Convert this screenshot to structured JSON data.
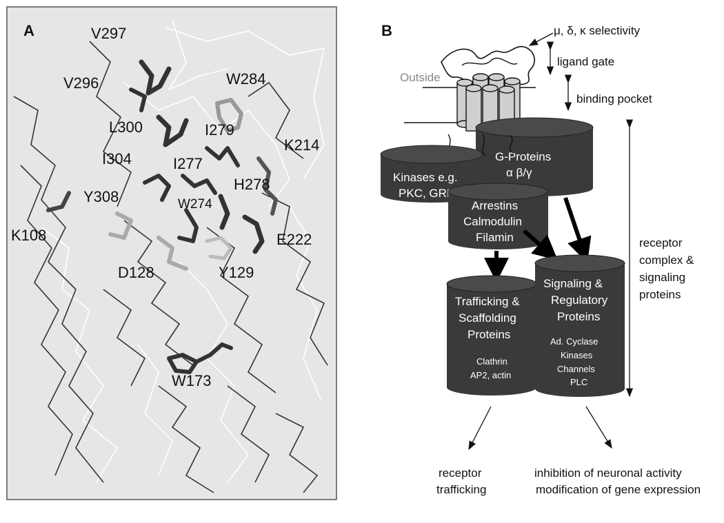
{
  "panel_a": {
    "letter": "A",
    "residues": {
      "v297": "V297",
      "v296": "V296",
      "w284": "W284",
      "l300": "L300",
      "i279": "I279",
      "k214": "K214",
      "i304": "I304",
      "i277": "I277",
      "h278": "H278",
      "y308": "Y308",
      "w274": "W274",
      "k108": "K108",
      "e222": "E222",
      "d128": "D128",
      "y129": "Y129",
      "w173": "W173"
    }
  },
  "panel_b": {
    "letter": "B",
    "outside": "Outside",
    "annotations": {
      "selectivity": "μ, δ, κ selectivity",
      "ligand_gate": "ligand gate",
      "binding_pocket": "binding pocket",
      "complex": [
        "receptor",
        "complex &",
        "signaling",
        "proteins"
      ]
    },
    "cylinders": {
      "g_proteins": [
        "G-Proteins",
        "α β/γ"
      ],
      "kinases": [
        "Kinases e.g.",
        "PKC, GRK's"
      ],
      "arrestins": [
        "Arrestins",
        "Calmodulin",
        "Filamin"
      ],
      "trafficking": [
        "Trafficking &",
        "Scaffolding",
        "Proteins"
      ],
      "trafficking_small": [
        "Clathrin",
        "AP2, actin"
      ],
      "signaling": [
        "Signaling &",
        "Regulatory",
        "Proteins"
      ],
      "signaling_small": [
        "Ad. Cyclase",
        "Kinases",
        "Channels",
        "PLC"
      ]
    },
    "outcomes": {
      "trafficking": [
        "receptor",
        "trafficking"
      ],
      "inhibition": [
        "inhibition of neuronal activity",
        "modification of gene expression"
      ]
    }
  },
  "colors": {
    "panel_bg": "#e6e6e6",
    "dark_trace": "#333333",
    "light_trace": "#ffffff",
    "cylinder_dark": "#3a3a3a",
    "cylinder_light": "#cfcfcf",
    "outside_label": "#888888"
  }
}
